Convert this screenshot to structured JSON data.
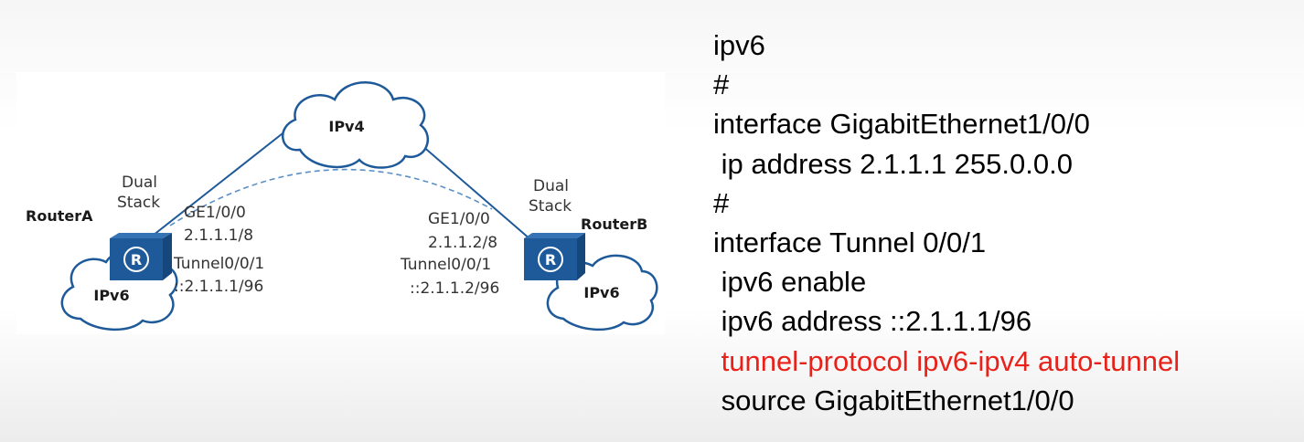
{
  "diagram": {
    "clouds": {
      "ipv4": "IPv4",
      "ipv6_left": "IPv6",
      "ipv6_right": "IPv6"
    },
    "router_a": {
      "name": "RouterA",
      "stack_label": [
        "Dual",
        "Stack"
      ],
      "interface": "GE1/0/0",
      "ipv4_address": "2.1.1.1/8",
      "tunnel": "Tunnel0/0/1",
      "tunnel_address": "::2.1.1.1/96"
    },
    "router_b": {
      "name": "RouterB",
      "stack_label": [
        "Dual",
        "Stack"
      ],
      "interface": "GE1/0/0",
      "ipv4_address": "2.1.1.2/8",
      "tunnel": "Tunnel0/0/1",
      "tunnel_address": "::2.1.1.2/96"
    },
    "router_icon_glyph": "R",
    "colors": {
      "router": "#1e5a9a",
      "cloud_stroke": "#1e5a9a",
      "tunnel_dash": "#5a8fc8"
    }
  },
  "config": {
    "lines": [
      "ipv6",
      "#",
      "interface GigabitEthernet1/0/0",
      " ip address 2.1.1.1 255.0.0.0",
      "#",
      "interface Tunnel 0/0/1",
      " ipv6 enable",
      " ipv6 address ::2.1.1.1/96",
      " tunnel-protocol ipv6-ipv4 auto-tunnel",
      " source GigabitEthernet1/0/0"
    ],
    "highlight_line_index": 8,
    "highlight_color": "#e8211a"
  }
}
